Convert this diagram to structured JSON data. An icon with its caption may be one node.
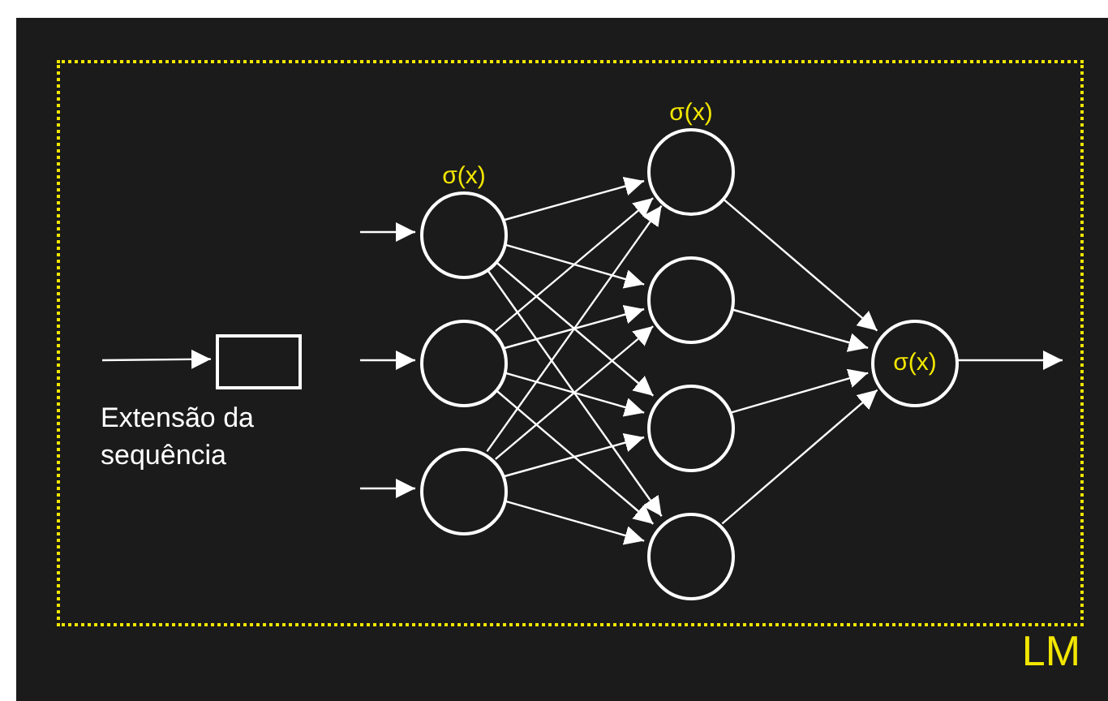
{
  "diagram": {
    "nodes": [
      {
        "text": [
          "LM"
        ]
      },
      {
        "text": [],
        "shape": "box",
        "in": 0,
        "beside": [
          "Extensão da sequência"
        ]
      },
      {
        "text": [
          "σ(x)"
        ],
        "in": 0
      },
      {
        "text": [],
        "shape": "circle",
        "in": 0
      },
      {
        "text": [],
        "shape": "circle",
        "in": 0
      },
      {
        "text": [
          "σ(x)"
        ],
        "in": 0
      },
      {
        "text": [],
        "shape": "circle",
        "in": 0
      },
      {
        "text": [],
        "shape": "circle",
        "in": 0
      },
      {
        "text": [],
        "shape": "circle",
        "in": 0
      },
      {
        "text": [
          "σ(x)"
        ],
        "in": 0
      }
    ],
    "edges": [
      {
        "from": null,
        "to": 1,
        "arrow": "to"
      },
      {
        "from": null,
        "to": 2,
        "arrow": "to"
      },
      {
        "from": null,
        "to": 3,
        "arrow": "to"
      },
      {
        "from": null,
        "to": 4,
        "arrow": "to"
      },
      {
        "from": 2,
        "to": 5,
        "arrow": "to"
      },
      {
        "from": 2,
        "to": 6,
        "arrow": "to"
      },
      {
        "from": 2,
        "to": 7,
        "arrow": "to"
      },
      {
        "from": 2,
        "to": 8,
        "arrow": "to"
      },
      {
        "from": 3,
        "to": 5,
        "arrow": "to"
      },
      {
        "from": 3,
        "to": 6,
        "arrow": "to"
      },
      {
        "from": 3,
        "to": 7,
        "arrow": "to"
      },
      {
        "from": 3,
        "to": 8,
        "arrow": "to"
      },
      {
        "from": 4,
        "to": 5,
        "arrow": "to"
      },
      {
        "from": 4,
        "to": 6,
        "arrow": "to"
      },
      {
        "from": 4,
        "to": 7,
        "arrow": "to"
      },
      {
        "from": 4,
        "to": 8,
        "arrow": "to"
      },
      {
        "from": 5,
        "to": 9,
        "arrow": "to"
      },
      {
        "from": 6,
        "to": 9,
        "arrow": "to"
      },
      {
        "from": 7,
        "to": 9,
        "arrow": "to"
      },
      {
        "from": 8,
        "to": 9,
        "arrow": "to"
      },
      {
        "from": 9,
        "to": null,
        "arrow": "to"
      }
    ]
  }
}
